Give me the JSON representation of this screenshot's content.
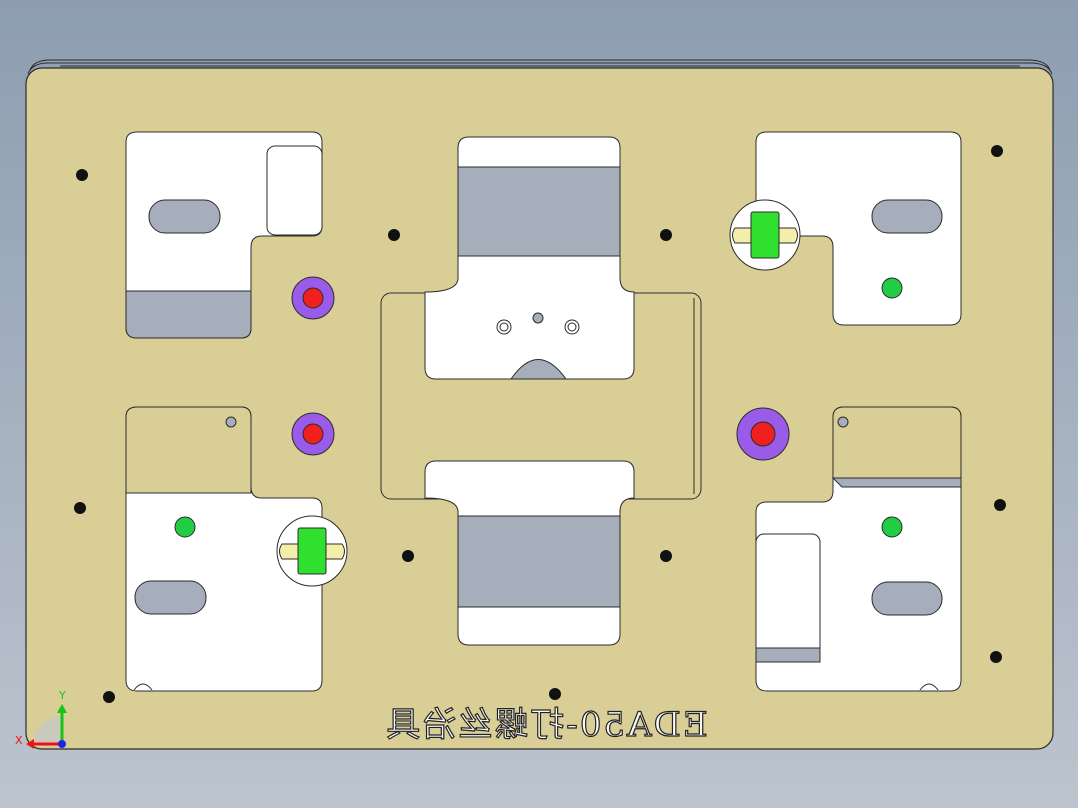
{
  "drawing": {
    "engraved_text": "EDA50-打螺丝治具",
    "engraving_mirrored": true
  },
  "triad": {
    "x_label": "X",
    "y_label": "Y",
    "x_color": "#e8141a",
    "y_color": "#16c416",
    "z_color": "#2323e6"
  },
  "colors": {
    "plate_fill": "#d9cf96",
    "plate_edge": "#2b2b2b",
    "pocket_fill": "#ffffff",
    "recess_fill": "#a6adbb",
    "pin_outer": "#9a5ce8",
    "pin_inner": "#f0201e",
    "green_pin": "#22cc44",
    "magnet": "#2fe02f",
    "hole": "#111111"
  }
}
